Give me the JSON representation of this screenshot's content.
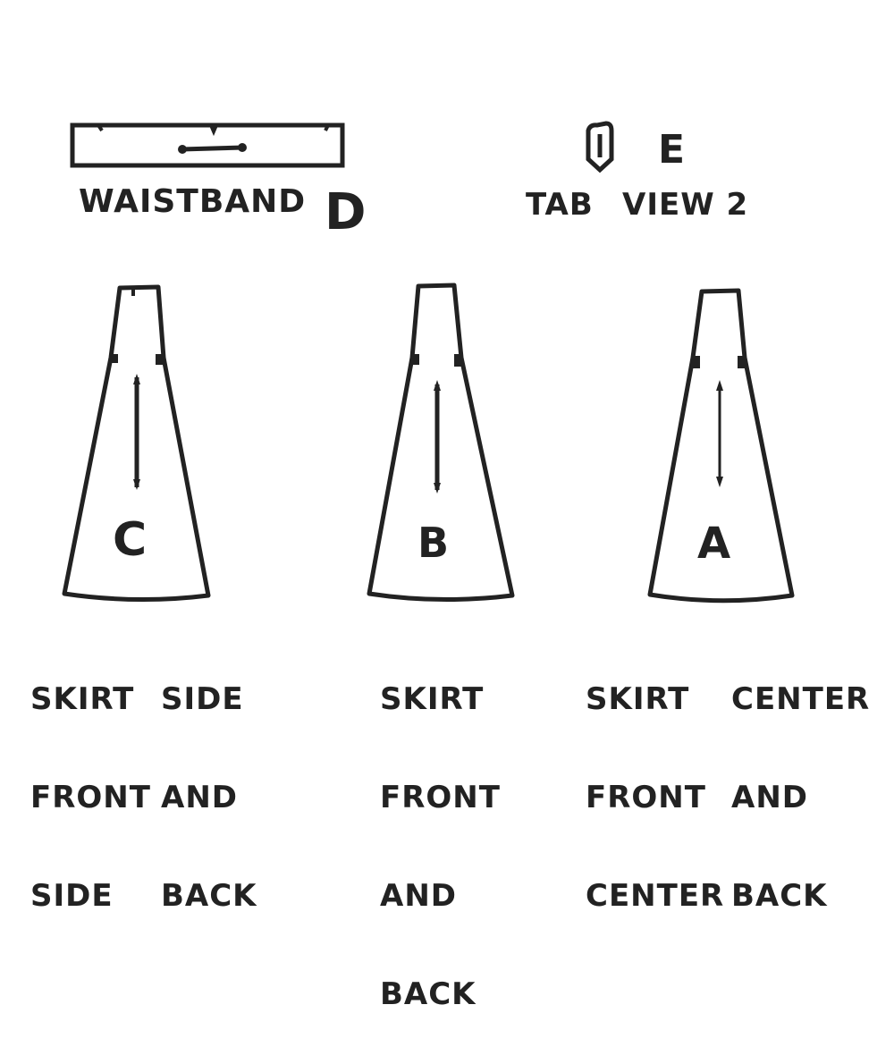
{
  "colors": {
    "ink": "#222222",
    "background": "#ffffff"
  },
  "waistband": {
    "label": "WAISTBAND",
    "piece_letter": "D"
  },
  "tab": {
    "label": "TAB",
    "icon": "tab-shield-icon"
  },
  "view": {
    "letter": "E",
    "label": "VIEW 2"
  },
  "pieces": [
    {
      "letter": "C",
      "caption_col1": [
        "SKIRT",
        "FRONT",
        "SIDE"
      ],
      "caption_col2": [
        "SIDE",
        "AND",
        "BACK"
      ],
      "icon": "grainline-arrow-icon"
    },
    {
      "letter": "B",
      "caption_col1": [
        "SKIRT",
        "FRONT",
        "AND",
        "BACK"
      ],
      "icon": "grainline-arrow-icon"
    },
    {
      "letter": "A",
      "caption_col1": [
        "SKIRT",
        "FRONT",
        "CENTER"
      ],
      "caption_col2": [
        "CENTER",
        "AND",
        "BACK"
      ],
      "icon": "grainline-arrow-icon"
    }
  ]
}
